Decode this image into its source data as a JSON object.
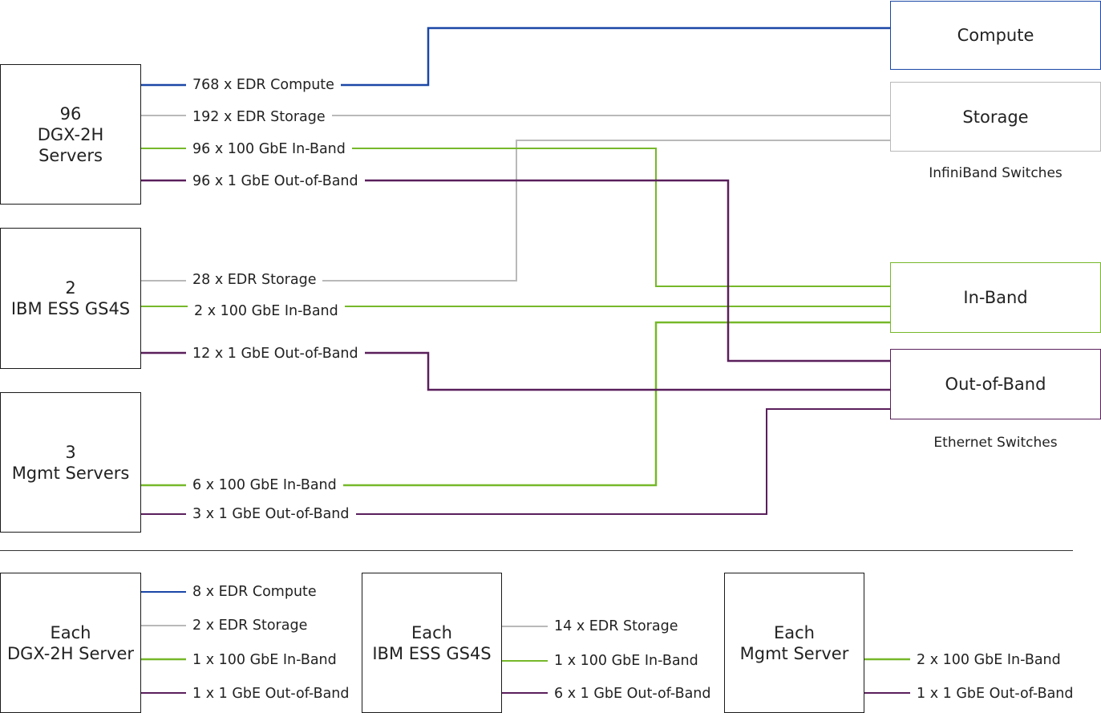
{
  "colors": {
    "compute": "#1a47a6",
    "storage": "#b9b9b9",
    "inband": "#76b82a",
    "outofband": "#5a1f5c",
    "box_border": "#1a1a1a"
  },
  "nodes": {
    "dgx": {
      "line1": "96",
      "line2": "DGX-2H",
      "line3": "Servers"
    },
    "ibm": {
      "line1": "2",
      "line2": "IBM ESS GS4S"
    },
    "mgmt": {
      "line1": "3",
      "line2": "Mgmt Servers"
    }
  },
  "switches": {
    "compute": "Compute",
    "storage": "Storage",
    "infiniband_caption": "InfiniBand Switches",
    "inband": "In-Band",
    "outofband": "Out-of-Band",
    "ethernet_caption": "Ethernet Switches"
  },
  "links": {
    "dgx_compute": "768 x EDR Compute",
    "dgx_storage": "192 x EDR Storage",
    "dgx_inband": "96 x 100 GbE In-Band",
    "dgx_oob": "96 x 1 GbE Out-of-Band",
    "ibm_storage": "28 x EDR Storage",
    "ibm_inband": "2 x 100 GbE In-Band",
    "ibm_oob": "12 x 1 GbE Out-of-Band",
    "mgmt_inband": "6 x 100 GbE In-Band",
    "mgmt_oob": "3 x 1 GbE Out-of-Band"
  },
  "per_unit": {
    "dgx": {
      "line1": "Each",
      "line2": "DGX-2H Server",
      "compute": "8 x EDR Compute",
      "storage": "2 x EDR Storage",
      "inband": "1 x 100 GbE In-Band",
      "oob": "1 x 1 GbE Out-of-Band"
    },
    "ibm": {
      "line1": "Each",
      "line2": "IBM ESS GS4S",
      "storage": "14 x EDR Storage",
      "inband": "1 x 100 GbE In-Band",
      "oob": "6 x 1 GbE Out-of-Band"
    },
    "mgmt": {
      "line1": "Each",
      "line2": "Mgmt Server",
      "inband": "2 x 100 GbE In-Band",
      "oob": "1 x 1 GbE Out-of-Band"
    }
  }
}
